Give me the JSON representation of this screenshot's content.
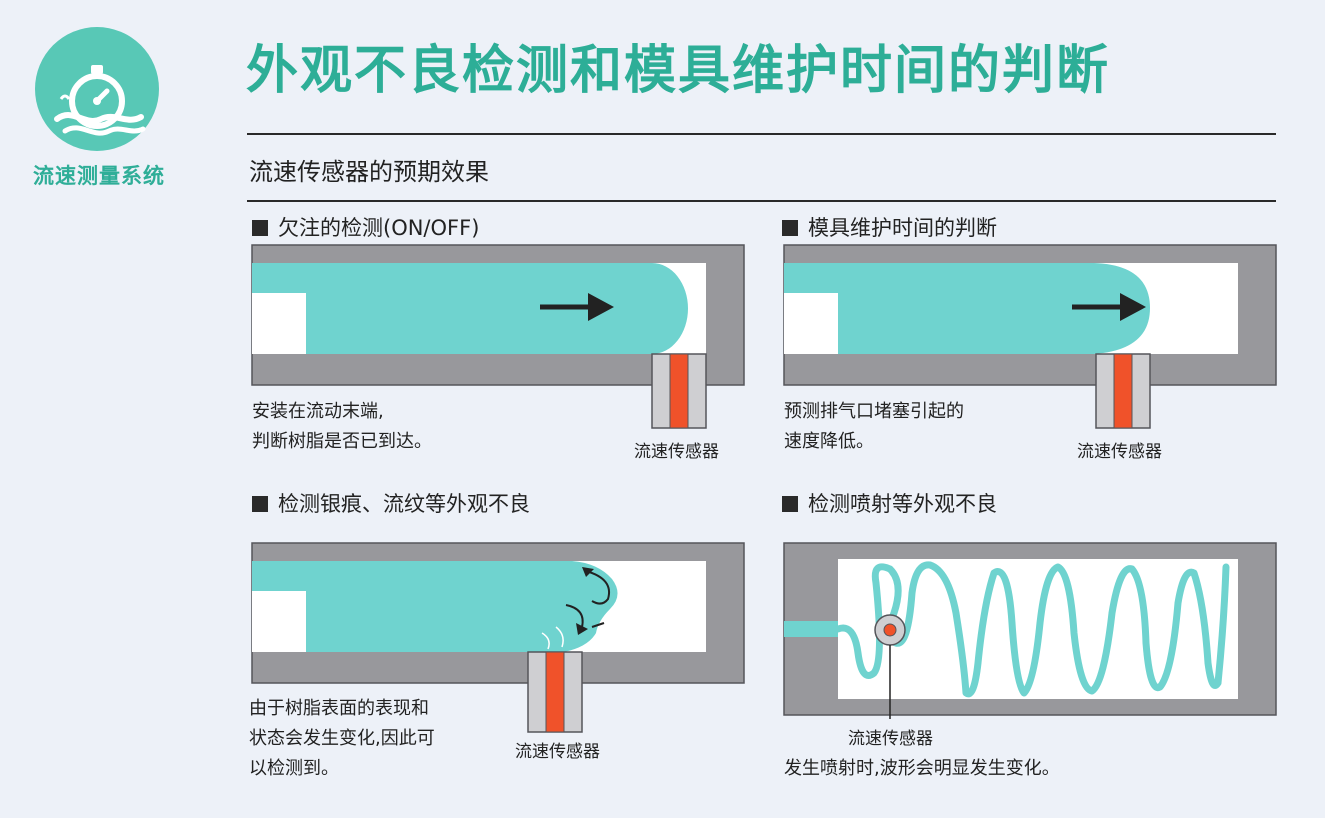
{
  "logo": {
    "label": "流速测量系统",
    "icon": "stopwatch-wave-icon",
    "color": "#58c8b6"
  },
  "title": "外观不良检测和模具维护时间的判断",
  "subtitle": "流速传感器的预期效果",
  "colors": {
    "accent": "#2dae97",
    "resin": "#6fd3cf",
    "mold": "#98989c",
    "sensor_core": "#f0522a",
    "sensor_body": "#cfcfd2"
  },
  "panels": [
    {
      "heading": "欠注的检测(ON/OFF)",
      "description": [
        "安装在流动末端,",
        "判断树脂是否已到达。"
      ],
      "sensor_label": "流速传感器"
    },
    {
      "heading": "模具维护时间的判断",
      "description": [
        "预测排气口堵塞引起的",
        "速度降低。"
      ],
      "sensor_label": "流速传感器"
    },
    {
      "heading": "检测银痕、流纹等外观不良",
      "description": [
        "由于树脂表面的表现和",
        "状态会发生变化,因此可",
        "以检测到。"
      ],
      "sensor_label": "流速传感器"
    },
    {
      "heading": "检测喷射等外观不良",
      "description": [
        "发生喷射时,波形会明显发生变化。"
      ],
      "sensor_label": "流速传感器"
    }
  ]
}
